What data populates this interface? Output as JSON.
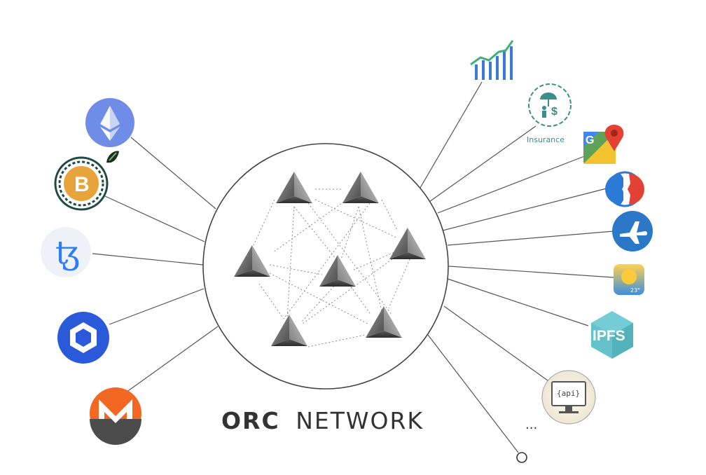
{
  "diagram": {
    "title_bold": "ORC",
    "title_rest": "NETWORK",
    "more_indicator": "...",
    "left_icons": [
      {
        "name": "ethereum",
        "icon": "ethereum-icon",
        "color": "#6f8de6"
      },
      {
        "name": "bitcoin",
        "icon": "bitcoin-icon",
        "color": "#e8a33a"
      },
      {
        "name": "tezos",
        "icon": "tezos-icon",
        "glyph": "ꜩ",
        "color": "#2c7df7"
      },
      {
        "name": "chainlink",
        "icon": "chainlink-icon",
        "color": "#2a5ada"
      },
      {
        "name": "monero",
        "icon": "monero-icon",
        "color": "#f26822"
      }
    ],
    "right_icons": [
      {
        "name": "market-chart",
        "icon": "bar-chart-icon",
        "color": "#3a7bd5"
      },
      {
        "name": "insurance",
        "icon": "insurance-icon",
        "label": "Insurance",
        "color": "#3a8f87"
      },
      {
        "name": "google-maps",
        "icon": "google-maps-icon",
        "letter": "G"
      },
      {
        "name": "sports",
        "icon": "sports-icon",
        "color": "#2c7ad6"
      },
      {
        "name": "flights",
        "icon": "airplane-icon",
        "color": "#2a78c7"
      },
      {
        "name": "weather",
        "icon": "weather-icon",
        "temp": "23°"
      },
      {
        "name": "ipfs",
        "icon": "ipfs-icon",
        "label": "IPFS",
        "color": "#65c2cb"
      },
      {
        "name": "api",
        "icon": "api-monitor-icon",
        "label": "{api}"
      }
    ],
    "node_icon": "pyramid-node-icon",
    "node_count": 7
  }
}
